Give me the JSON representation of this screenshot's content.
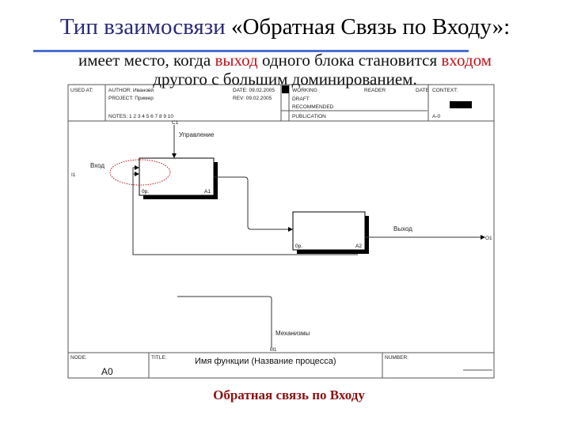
{
  "slide": {
    "title_accent": "Тип взаимосвязи",
    "title_rest": " «Обратная Связь по Входу»:",
    "subtitle_line1_a": "имеет место, когда ",
    "subtitle_line1_red1": "выход",
    "subtitle_line1_b": " одного блока становится ",
    "subtitle_line1_red2": "входом",
    "subtitle_line2": "другого с большим доминированием.",
    "caption": "Обратная связь по Входу",
    "colors": {
      "title_accent": "#2b2b78",
      "highlight": "#c0141c",
      "caption": "#8b1212",
      "rule": "#4a6fd0"
    }
  },
  "diagram": {
    "header": {
      "used_at": "USED AT:",
      "author": "AUTHOR: Ивановй",
      "project": "PROJECT: Пример",
      "notes": "NOTES: 1 2 3 4 5 6 7 8 9 10",
      "date": "DATE: 09.02.2005",
      "rev": "REV: 09.02.2005",
      "working": "WORKING",
      "draft": "DRAFT",
      "recommended": "RECOMMENDED",
      "publication": "PUBLICATION",
      "reader": "READER",
      "date2": "DATE",
      "context": "CONTEXT:",
      "context_node": "A-0"
    },
    "boxes": [
      {
        "id": "A1",
        "label": "0p."
      },
      {
        "id": "A2",
        "label": "0p."
      }
    ],
    "arrows": {
      "control_code": "C1",
      "control_label": "Управление",
      "input_code": "I1",
      "input_label": "Вход",
      "output_code": "O1",
      "output_label": "Выход",
      "mechanism_code": "M1",
      "mechanism_label": "Механизмы"
    },
    "footer": {
      "node_label": "NODE:",
      "node_value": "A0",
      "title_label": "TITLE:",
      "title_value": "Имя функции (Название процесса)",
      "number_label": "NUMBER:"
    }
  }
}
